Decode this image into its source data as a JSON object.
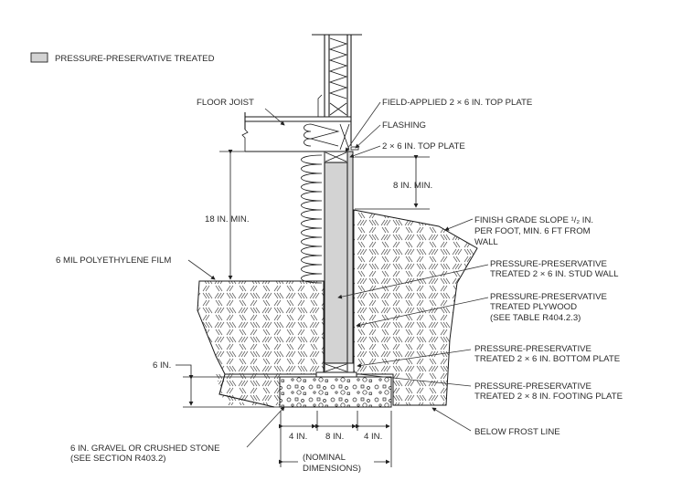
{
  "legend": {
    "swatch_color": "#d3d3d3",
    "label": "PRESSURE-PRESERVATIVE TREATED"
  },
  "labels": {
    "floor_joist": "FLOOR JOIST",
    "field_applied_top_plate": "FIELD-APPLIED 2 × 6 IN. TOP PLATE",
    "flashing": "FLASHING",
    "top_plate": "2 × 6 IN. TOP PLATE",
    "eight_in_min": "8 IN. MIN.",
    "eighteen_in_min": "18 IN. MIN.",
    "finish_grade": [
      "FINISH GRADE SLOPE ¹/₂ IN.",
      "PER FOOT, MIN. 6 FT FROM",
      "WALL"
    ],
    "poly_film": "6 MIL POLYETHYLENE FILM",
    "stud_wall": [
      "PRESSURE-PRESERVATIVE",
      "TREATED 2 × 6 IN. STUD WALL"
    ],
    "plywood": [
      "PRESSURE-PRESERVATIVE",
      "TREATED PLYWOOD",
      "(SEE TABLE R404.2.3)"
    ],
    "bottom_plate": [
      "PRESSURE-PRESERVATIVE",
      "TREATED 2 × 6 IN. BOTTOM PLATE"
    ],
    "footing_plate": [
      "PRESSURE-PRESERVATIVE",
      "TREATED 2 × 8 IN. FOOTING PLATE"
    ],
    "six_in": "6 IN.",
    "frost_line": "BELOW FROST LINE",
    "gravel": [
      "6 IN. GRAVEL OR CRUSHED STONE",
      "(SEE SECTION R403.2)"
    ],
    "dim_left": "4 IN.",
    "dim_mid": "8 IN.",
    "dim_right": "4 IN.",
    "nominal": [
      "(NOMINAL",
      "DIMENSIONS)"
    ]
  },
  "colors": {
    "treated_fill": "#d3d3d3",
    "line": "#1a1a1a"
  }
}
